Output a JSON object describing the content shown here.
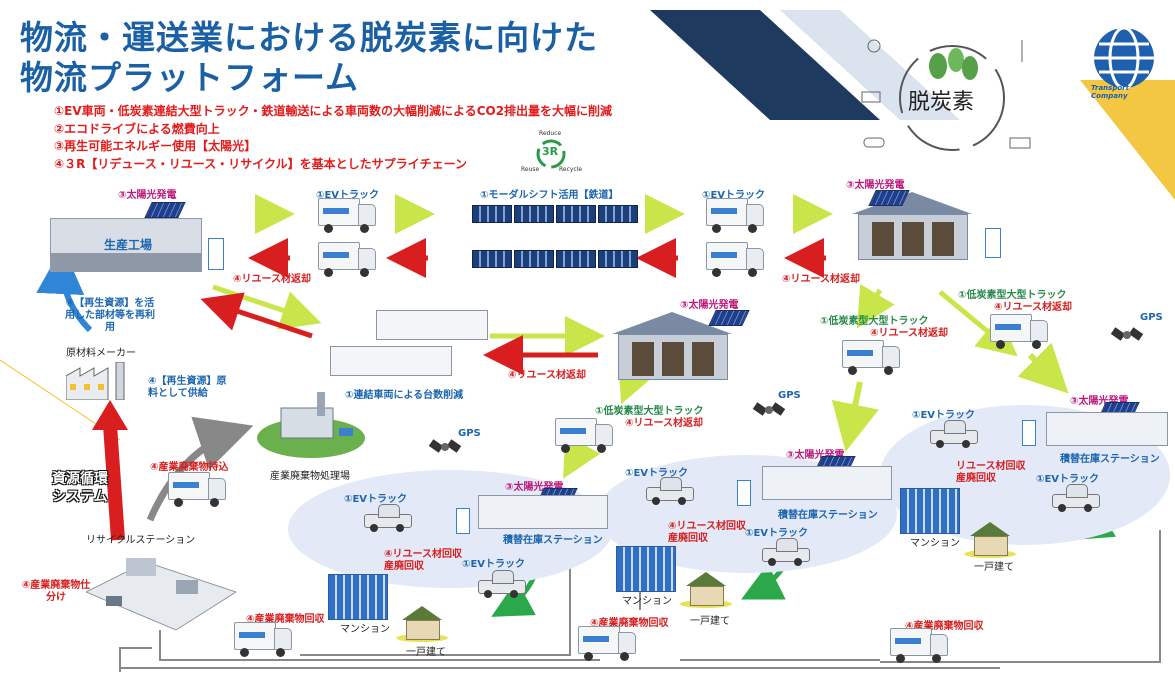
{
  "title": {
    "line1": "物流・運送業における脱炭素に向けた",
    "line2": "物流プラットフォーム"
  },
  "goals": [
    "①EV車両・低炭素連結大型トラック・鉄道輸送による車両数の大幅削減によるCO2排出量を大幅に削減",
    "②エコドライブによる燃費向上",
    "③再生可能エネルギー使用【太陽光】",
    "④３R【リデュース・リユース・リサイクル】を基本としたサプライチェーン"
  ],
  "decarb_badge": "脱炭素",
  "logo_text": "Transport Company",
  "recycle_mark": "3R",
  "recycle_words": [
    "Reduce",
    "Reuse",
    "Recycle"
  ],
  "labels": {
    "solar_factory": "③太陽光発電",
    "factory": "生産工場",
    "ev_truck_1": "①EVトラック",
    "modal_shift": "①モーダルシフト活用【鉄道】",
    "ev_truck_2": "①EVトラック",
    "solar_top_wh": "③太陽光発電",
    "reuse_return_1": "④リユース材返却",
    "reuse_return_2": "④リユース材返却",
    "recycle_parts": "④【再生資源】を活用した部材等を再利用",
    "low_carbon_1": "①低炭素型大型トラック",
    "reuse_return_3": "④リユース材返却",
    "low_carbon_2": "①低炭素型大型トラック",
    "reuse_return_4": "④リユース材返却",
    "solar_mid_wh": "③太陽光発電",
    "reuse_return_mid": "④リユース材返却",
    "linked_vehicle": "①連結車両による台数削減",
    "raw_material_maker": "原材料メーカー",
    "raw_supply": "④【再生資源】原料として供給",
    "gps1": "GPS",
    "gps2": "GPS",
    "gps3": "GPS",
    "low_carbon_3": "①低炭素型大型トラック",
    "reuse_return_5": "④リユース材返却",
    "waste_bring": "④産業廃棄物持込",
    "waste_plant": "産業廃棄物処理場",
    "resource_cycle": "資源循環システム",
    "recycle_station": "リサイクルステーション",
    "solar_h1": "③太陽光発電",
    "ev_h1a": "①EVトラック",
    "hub1": "積替在庫ステーション",
    "reuse_collect_1": "④リユース材回収",
    "waste_collect_1": "産廃回収",
    "ev_h1b": "①EVトラック",
    "mansion1": "マンション",
    "house1": "一戸建て",
    "ev_h2a": "①EVトラック",
    "solar_h2": "③太陽光発電",
    "hub2": "積替在庫ステーション",
    "reuse_collect_2": "④リユース材回収",
    "waste_collect_2": "産廃回収",
    "ev_h2b": "①EVトラック",
    "mansion2": "マンション",
    "house2": "一戸建て",
    "ev_h3a": "①EVトラック",
    "solar_h3": "③太陽光発電",
    "hub3": "積替在庫ステーション",
    "reuse_collect_3": "リユース材回収",
    "waste_collect_3": "産廃回収",
    "ev_h3b": "①EVトラック",
    "mansion3": "マンション",
    "house3": "一戸建て",
    "waste_sort": "④産業廃棄物仕分け",
    "waste_collect_a": "④産業廃棄物回収",
    "waste_collect_b": "④産業廃棄物回収",
    "waste_collect_c": "④産業廃棄物回収"
  }
}
